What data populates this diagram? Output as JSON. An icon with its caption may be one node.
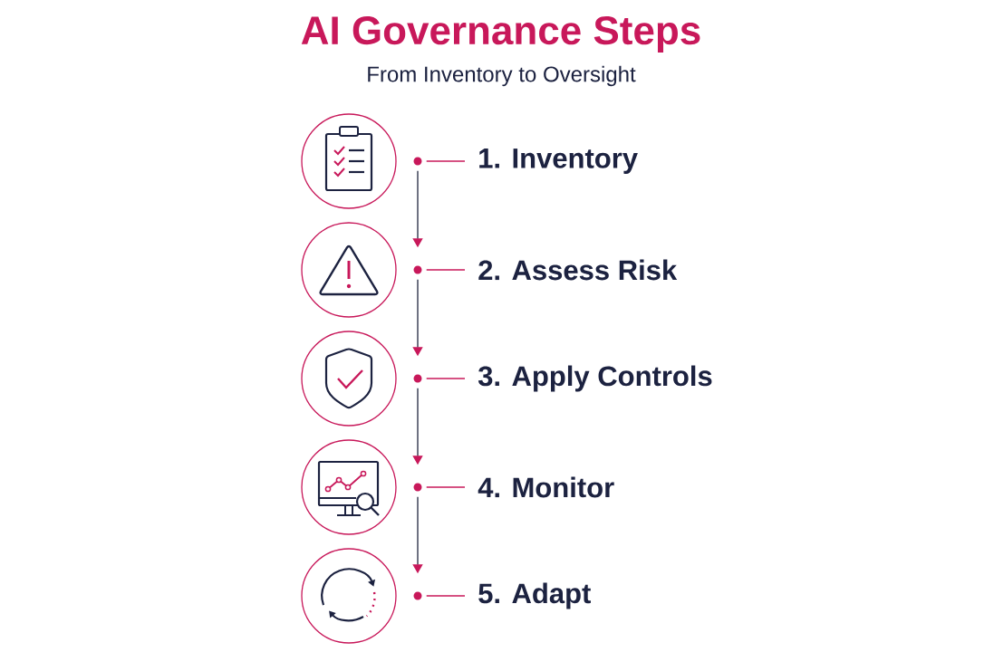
{
  "diagram": {
    "title": "AI Governance Steps",
    "caption": "From Inventory to Oversight",
    "nodes": [
      {
        "text": [],
        "shape": "circle"
      },
      {
        "text": [],
        "shape": "circle"
      },
      {
        "text": [
          "1. Inventory"
        ]
      },
      {
        "text": [],
        "shape": "circle"
      },
      {
        "text": [],
        "shape": "circle"
      },
      {
        "text": [
          "2. Assess Risk"
        ]
      },
      {
        "text": [],
        "shape": "circle"
      },
      {
        "text": [],
        "shape": "circle"
      },
      {
        "text": [
          "3. Apply Controls"
        ]
      },
      {
        "text": [],
        "shape": "circle"
      },
      {
        "text": [],
        "shape": "circle"
      },
      {
        "text": [
          "4. Monitor"
        ]
      },
      {
        "text": [],
        "shape": "circle"
      },
      {
        "text": [],
        "shape": "circle"
      },
      {
        "text": [
          "5. Adapt"
        ]
      }
    ],
    "edges": [
      {
        "from": 1,
        "to": 2,
        "arrow": "none",
        "color": "#c8185a"
      },
      {
        "from": 1,
        "to": 4,
        "arrow": "to",
        "color": "#4a4f63"
      },
      {
        "from": 4,
        "to": 5,
        "arrow": "none",
        "color": "#c8185a"
      },
      {
        "from": 4,
        "to": 7,
        "arrow": "to",
        "color": "#4a4f63"
      },
      {
        "from": 7,
        "to": 8,
        "arrow": "none",
        "color": "#c8185a"
      },
      {
        "from": 7,
        "to": 10,
        "arrow": "to",
        "color": "#4a4f63"
      },
      {
        "from": 10,
        "to": 11,
        "arrow": "none",
        "color": "#c8185a"
      },
      {
        "from": 10,
        "to": 13,
        "arrow": "to",
        "color": "#4a4f63"
      },
      {
        "from": 13,
        "to": 14,
        "arrow": "none",
        "color": "#c8185a"
      }
    ]
  }
}
